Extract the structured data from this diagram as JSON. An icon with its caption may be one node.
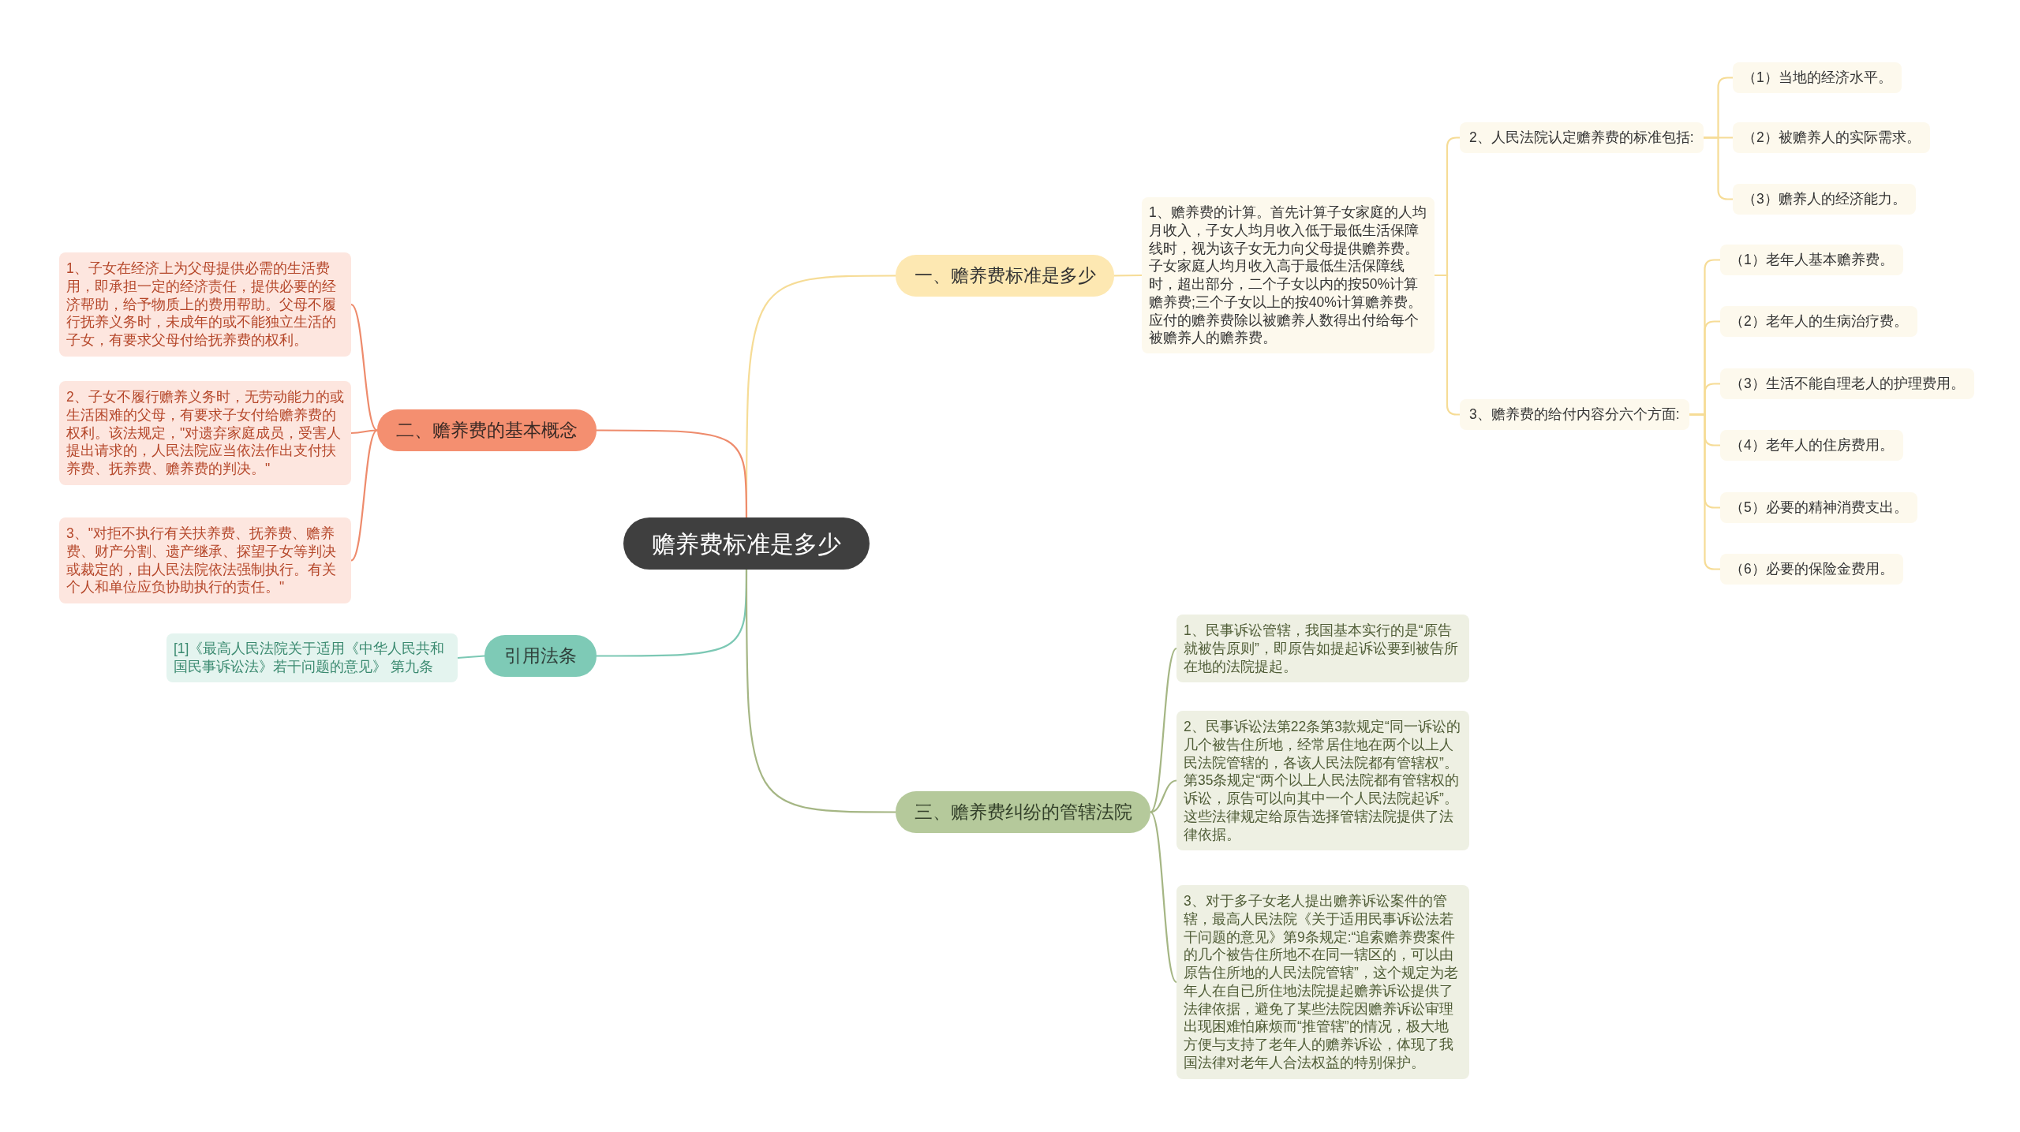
{
  "diagram": {
    "nodes": [
      {
        "text": [
          "赡养费标准是多少"
        ]
      },
      {
        "text": [
          "一、赡养费标准是多少"
        ]
      },
      {
        "text": [
          "1、赡养费的计算。首先计算子女家庭的人均月收入，子女人均月收入低于最低生活保障线时，视为该子女无力向父母提供赡养费。子女家庭人均月收入高于最低生活保障线时，超出部分，二个子女以内的按50%计算赡养费;三个子女以上的按40%计算赡养费。应付的赡养费除以被赡养人数得出付给每个被赡养人的赡养费。"
        ]
      },
      {
        "text": [
          "2、人民法院认定赡养费的标准包括:"
        ]
      },
      {
        "text": [
          "（1）当地的经济水平。"
        ]
      },
      {
        "text": [
          "（2）被赡养人的实际需求。"
        ]
      },
      {
        "text": [
          "（3）赡养人的经济能力。"
        ]
      },
      {
        "text": [
          "3、赡养费的给付内容分六个方面:"
        ]
      },
      {
        "text": [
          "（1）老年人基本赡养费。"
        ]
      },
      {
        "text": [
          "（2）老年人的生病治疗费。"
        ]
      },
      {
        "text": [
          "（3）生活不能自理老人的护理费用。"
        ]
      },
      {
        "text": [
          "（4）老年人的住房费用。"
        ]
      },
      {
        "text": [
          "（5）必要的精神消费支出。"
        ]
      },
      {
        "text": [
          "（6）必要的保险金费用。"
        ]
      },
      {
        "text": [
          "二、赡养费的基本概念"
        ]
      },
      {
        "text": [
          "1、子女在经济上为父母提供必需的生活费用，即承担一定的经济责任，提供必要的经济帮助，给予物质上的费用帮助。父母不履行抚养义务时，未成年的或不能独立生活的子女，有要求父母付给抚养费的权利。"
        ]
      },
      {
        "text": [
          "2、子女不履行赡养义务时，无劳动能力的或生活困难的父母，有要求子女付给赡养费的权利。该法规定，\"对遗弃家庭成员，受害人提出请求的，人民法院应当依法作出支付扶养费、抚养费、赡养费的判决。\""
        ]
      },
      {
        "text": [
          "3、\"对拒不执行有关扶养费、抚养费、赡养费、财产分割、遗产继承、探望子女等判决或裁定的，由人民法院依法强制执行。有关个人和单位应负协助执行的责任。\""
        ]
      },
      {
        "text": [
          "引用法条"
        ]
      },
      {
        "text": [
          "[1]《最高人民法院关于适用《中华人民共和国民事诉讼法》若干问题的意见》 第九条"
        ]
      },
      {
        "text": [
          "三、赡养费纠纷的管辖法院"
        ]
      },
      {
        "text": [
          "1、民事诉讼管辖，我国基本实行的是“原告就被告原则”，即原告如提起诉讼要到被告所在地的法院提起。"
        ]
      },
      {
        "text": [
          "2、民事诉讼法第22条第3款规定“同一诉讼的几个被告住所地，经常居住地在两个以上人民法院管辖的，各该人民法院都有管辖权”。第35条规定“两个以上人民法院都有管辖权的诉讼，原告可以向其中一个人民法院起诉”。这些法律规定给原告选择管辖法院提供了法律依据。"
        ]
      },
      {
        "text": [
          "3、对于多子女老人提出赡养诉讼案件的管辖，最高人民法院《关于适用民事诉讼法若干问题的意见》第9条规定:“追索赡养费案件的几个被告住所地不在同一辖区的，可以由原告住所地的人民法院管辖”，这个规定为老年人在自已所住地法院提起赡养诉讼提供了法律依据，避免了某些法院因赡养诉讼审理出现困难怕麻烦而“推管辖”的情况，极大地方便与支持了老年人的赡养诉讼，体现了我国法律对老年人合法权益的特别保护。"
        ]
      }
    ],
    "edges": [
      {
        "from": 0,
        "to": 1,
        "arrow": "none",
        "color": "#f6dc96"
      },
      {
        "from": 1,
        "to": 2,
        "arrow": "none",
        "color": "#f6dc96"
      },
      {
        "from": 2,
        "to": 3,
        "arrow": "none",
        "color": "#f6dc96"
      },
      {
        "from": 3,
        "to": 4,
        "arrow": "none",
        "color": "#f6dc96"
      },
      {
        "from": 3,
        "to": 5,
        "arrow": "none",
        "color": "#f6dc96"
      },
      {
        "from": 3,
        "to": 6,
        "arrow": "none",
        "color": "#f6dc96"
      },
      {
        "from": 2,
        "to": 7,
        "arrow": "none",
        "color": "#f6dc96"
      },
      {
        "from": 7,
        "to": 8,
        "arrow": "none",
        "color": "#f6dc96"
      },
      {
        "from": 7,
        "to": 9,
        "arrow": "none",
        "color": "#f6dc96"
      },
      {
        "from": 7,
        "to": 10,
        "arrow": "none",
        "color": "#f6dc96"
      },
      {
        "from": 7,
        "to": 11,
        "arrow": "none",
        "color": "#f6dc96"
      },
      {
        "from": 7,
        "to": 12,
        "arrow": "none",
        "color": "#f6dc96"
      },
      {
        "from": 7,
        "to": 13,
        "arrow": "none",
        "color": "#f6dc96"
      },
      {
        "from": 0,
        "to": 14,
        "arrow": "none",
        "color": "#ee8b6c"
      },
      {
        "from": 14,
        "to": 15,
        "arrow": "none",
        "color": "#ee8b6c"
      },
      {
        "from": 14,
        "to": 16,
        "arrow": "none",
        "color": "#ee8b6c"
      },
      {
        "from": 14,
        "to": 17,
        "arrow": "none",
        "color": "#ee8b6c"
      },
      {
        "from": 0,
        "to": 18,
        "arrow": "none",
        "color": "#7cc8b4"
      },
      {
        "from": 18,
        "to": 19,
        "arrow": "none",
        "color": "#7cc8b4"
      },
      {
        "from": 0,
        "to": 20,
        "arrow": "none",
        "color": "#a5b684"
      },
      {
        "from": 20,
        "to": 21,
        "arrow": "none",
        "color": "#a5b684"
      },
      {
        "from": 20,
        "to": 22,
        "arrow": "none",
        "color": "#a5b684"
      },
      {
        "from": 20,
        "to": 23,
        "arrow": "none",
        "color": "#a5b684"
      }
    ]
  }
}
